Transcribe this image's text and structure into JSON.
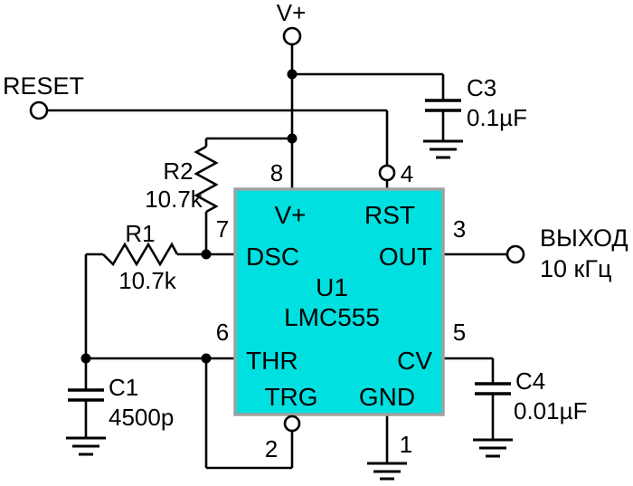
{
  "power": {
    "vplus": "V+",
    "reset": "RESET"
  },
  "output": {
    "line1": "ВЫХОД",
    "line2": "10 кГц"
  },
  "ic": {
    "ref": "U1",
    "part": "LMC555",
    "pins": {
      "p8": {
        "num": "8",
        "name": "V+"
      },
      "p4": {
        "num": "4",
        "name": "RST"
      },
      "p7": {
        "num": "7",
        "name": "DSC"
      },
      "p3": {
        "num": "3",
        "name": "OUT"
      },
      "p6": {
        "num": "6",
        "name": "THR"
      },
      "p5": {
        "num": "5",
        "name": "CV"
      },
      "p2": {
        "num": "2",
        "name": "TRG"
      },
      "p1": {
        "num": "1",
        "name": "GND"
      }
    }
  },
  "components": {
    "r1": {
      "ref": "R1",
      "value": "10.7k"
    },
    "r2": {
      "ref": "R2",
      "value": "10.7k"
    },
    "c1": {
      "ref": "C1",
      "value": "4500p"
    },
    "c3": {
      "ref": "C3",
      "value": "0.1µF"
    },
    "c4": {
      "ref": "C4",
      "value": "0.01µF"
    }
  },
  "colors": {
    "ic_fill": "#00e0e0",
    "ic_border": "#a0a0a0",
    "wire": "#000000"
  }
}
